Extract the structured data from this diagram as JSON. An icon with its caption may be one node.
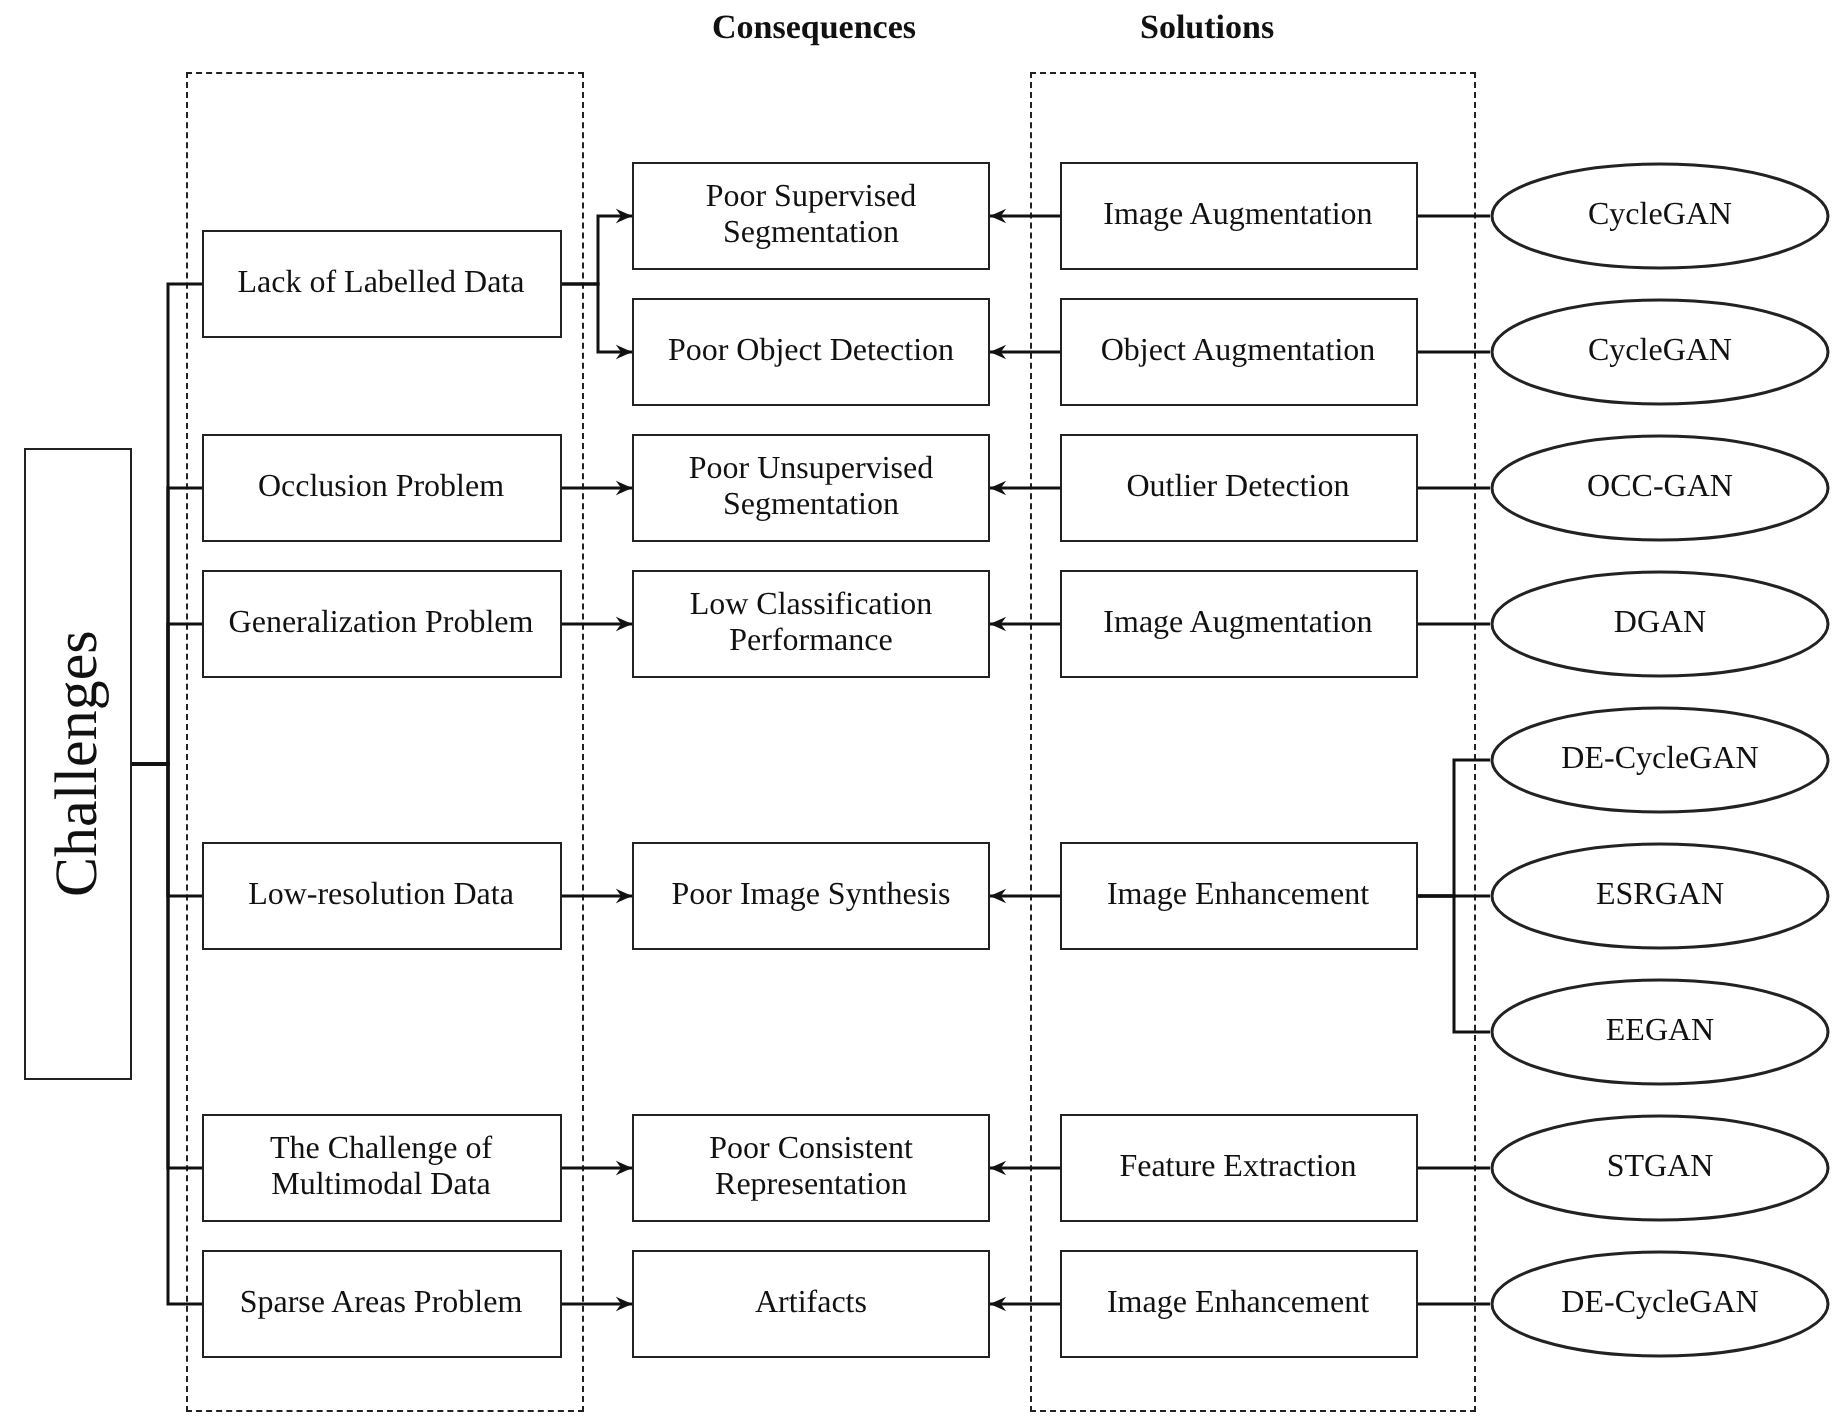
{
  "diagram": {
    "nodes": [
      {
        "text": [
          "Challenges"
        ]
      },
      {
        "text": [],
        "shape": "box"
      },
      {
        "text": [
          "Lack of Labelled Data"
        ],
        "in": 1
      },
      {
        "text": [
          "Occlusion Problem"
        ],
        "in": 1
      },
      {
        "text": [
          "Generalization Problem"
        ],
        "in": 1
      },
      {
        "text": [
          "Low-resolution Data"
        ],
        "in": 1
      },
      {
        "text": [
          "The Challenge of Multimodal Data"
        ],
        "in": 1
      },
      {
        "text": [
          "Sparse Areas Problem"
        ],
        "in": 1
      },
      {
        "text": [
          "Poor Supervised Segmentation"
        ]
      },
      {
        "text": [
          "Poor Object Detection"
        ]
      },
      {
        "text": [
          "Poor Unsupervised Segmentation"
        ]
      },
      {
        "text": [
          "Low Classification Performance"
        ]
      },
      {
        "text": [
          "Poor Image Synthesis"
        ]
      },
      {
        "text": [
          "Poor Consistent Representation"
        ]
      },
      {
        "text": [
          "Artifacts"
        ]
      },
      {
        "text": [],
        "shape": "box"
      },
      {
        "text": [
          "Image Augmentation"
        ],
        "in": 15
      },
      {
        "text": [
          "Object Augmentation"
        ],
        "in": 15
      },
      {
        "text": [
          "Outlier Detection"
        ],
        "in": 15
      },
      {
        "text": [
          "Image Augmentation"
        ],
        "in": 15
      },
      {
        "text": [
          "Image Enhancement"
        ],
        "in": 15
      },
      {
        "text": [
          "Feature Extraction"
        ],
        "in": 15
      },
      {
        "text": [
          "Image Enhancement"
        ],
        "in": 15
      },
      {
        "text": [
          "CycleGAN"
        ]
      },
      {
        "text": [
          "CycleGAN"
        ]
      },
      {
        "text": [
          "OCC-GAN"
        ]
      },
      {
        "text": [
          "DGAN"
        ]
      },
      {
        "text": [
          "DE-CycleGAN"
        ]
      },
      {
        "text": [
          "ESRGAN"
        ]
      },
      {
        "text": [
          "EEGAN"
        ]
      },
      {
        "text": [
          "STGAN"
        ]
      },
      {
        "text": [
          "DE-CycleGAN"
        ]
      }
    ],
    "edges": [
      {
        "from": 0,
        "to": 2,
        "arrow": "none"
      },
      {
        "from": 0,
        "to": 3,
        "arrow": "none"
      },
      {
        "from": 0,
        "to": 4,
        "arrow": "none"
      },
      {
        "from": 0,
        "to": 5,
        "arrow": "none"
      },
      {
        "from": 0,
        "to": 6,
        "arrow": "none"
      },
      {
        "from": 0,
        "to": 7,
        "arrow": "none"
      },
      {
        "from": 2,
        "to": 8,
        "arrow": "to"
      },
      {
        "from": 2,
        "to": 9,
        "arrow": "to"
      },
      {
        "from": 3,
        "to": 10,
        "arrow": "to"
      },
      {
        "from": 4,
        "to": 11,
        "arrow": "to"
      },
      {
        "from": 5,
        "to": 12,
        "arrow": "to"
      },
      {
        "from": 6,
        "to": 13,
        "arrow": "to"
      },
      {
        "from": 7,
        "to": 14,
        "arrow": "to"
      },
      {
        "from": 16,
        "to": 8,
        "arrow": "to"
      },
      {
        "from": 17,
        "to": 9,
        "arrow": "to"
      },
      {
        "from": 18,
        "to": 10,
        "arrow": "to"
      },
      {
        "from": 19,
        "to": 11,
        "arrow": "to"
      },
      {
        "from": 20,
        "to": 12,
        "arrow": "to"
      },
      {
        "from": 21,
        "to": 13,
        "arrow": "to"
      },
      {
        "from": 22,
        "to": 14,
        "arrow": "to"
      },
      {
        "from": 23,
        "to": 16,
        "arrow": "none"
      },
      {
        "from": 24,
        "to": 17,
        "arrow": "none"
      },
      {
        "from": 25,
        "to": 18,
        "arrow": "none"
      },
      {
        "from": 26,
        "to": 19,
        "arrow": "none"
      },
      {
        "from": 27,
        "to": 20,
        "arrow": "none"
      },
      {
        "from": 28,
        "to": 20,
        "arrow": "none"
      },
      {
        "from": 29,
        "to": 20,
        "arrow": "none"
      },
      {
        "from": 30,
        "to": 21,
        "arrow": "none"
      },
      {
        "from": 31,
        "to": 22,
        "arrow": "none"
      }
    ],
    "labels": [
      "Consequences",
      "Solutions"
    ]
  }
}
